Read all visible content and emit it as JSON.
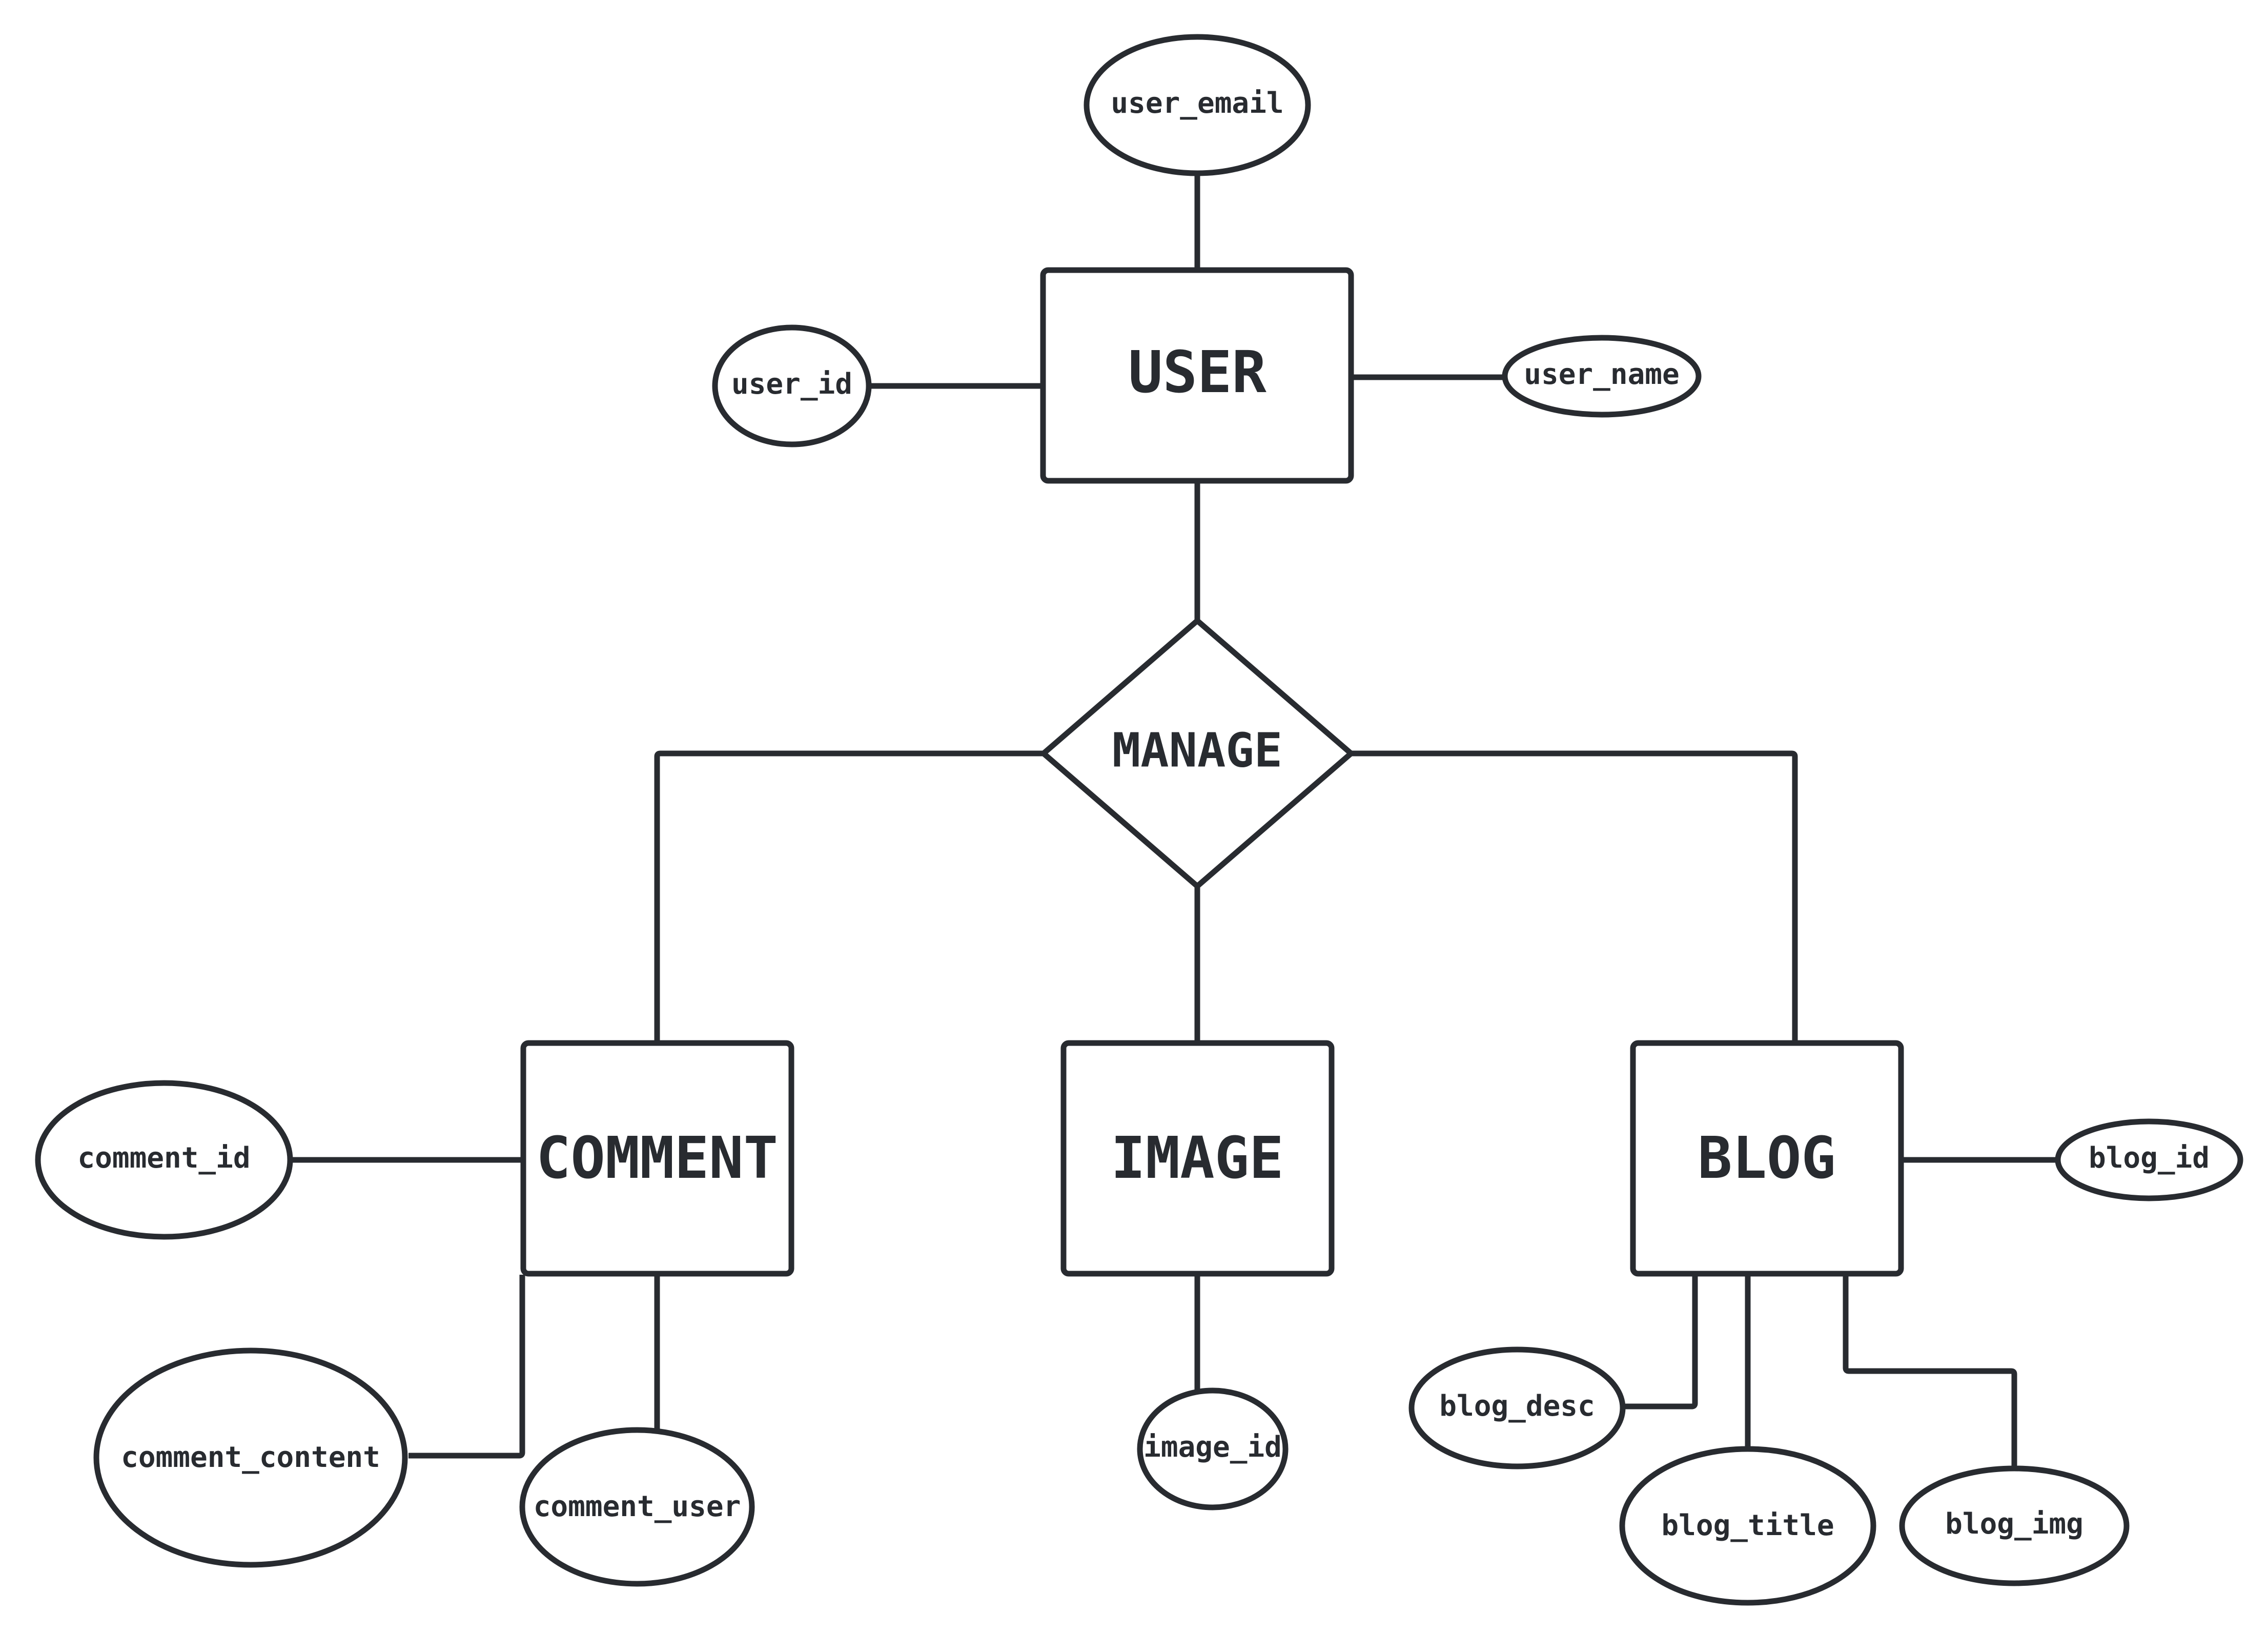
{
  "colors": {
    "stroke": "#282b30",
    "background": "#ffffff"
  },
  "entities": {
    "user": "USER",
    "comment": "COMMENT",
    "image": "IMAGE",
    "blog": "BLOG"
  },
  "relationships": {
    "manage": "MANAGE"
  },
  "attributes": {
    "user_email": "user_email",
    "user_id": "user_id",
    "user_name": "user_name",
    "comment_id": "comment_id",
    "comment_content": "comment_content",
    "comment_user": "comment_user",
    "image_id": "image_id",
    "blog_id": "blog_id",
    "blog_desc": "blog_desc",
    "blog_title": "blog_title",
    "blog_img": "blog_img"
  }
}
